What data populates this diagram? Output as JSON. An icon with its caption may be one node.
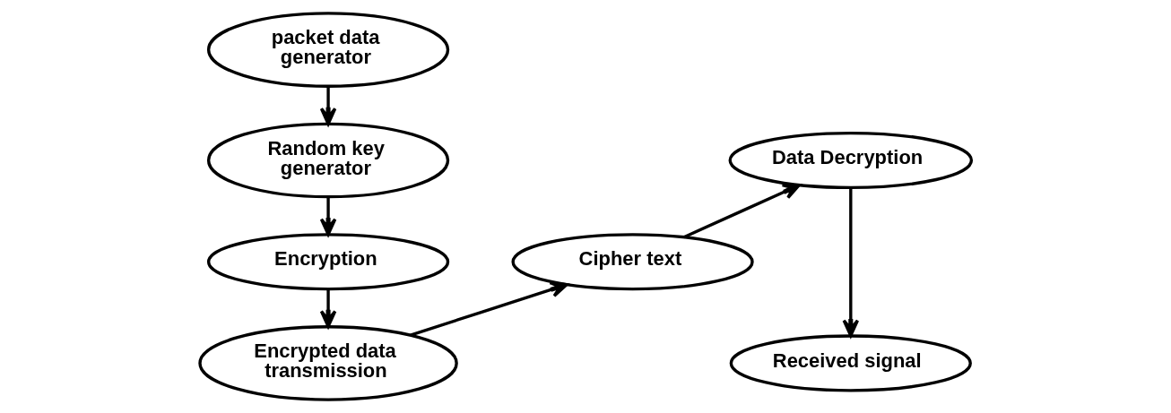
{
  "diagram": {
    "nodes": [
      {
        "text": [
          "packet data generator"
        ]
      },
      {
        "text": [
          "Random key generator"
        ]
      },
      {
        "text": [
          "Encryption"
        ]
      },
      {
        "text": [
          "Encrypted data transmission"
        ]
      },
      {
        "text": [
          "Cipher text"
        ]
      },
      {
        "text": [
          "Data Decryption"
        ]
      },
      {
        "text": [
          "Received signal"
        ]
      }
    ],
    "edges": [
      {
        "from": 0,
        "to": 1,
        "arrow": "to"
      },
      {
        "from": 1,
        "to": 2,
        "arrow": "to"
      },
      {
        "from": 2,
        "to": 3,
        "arrow": "to"
      },
      {
        "from": 3,
        "to": 4,
        "arrow": "to"
      },
      {
        "from": 4,
        "to": 5,
        "arrow": "to"
      },
      {
        "from": 5,
        "to": 6,
        "arrow": "to"
      }
    ]
  }
}
